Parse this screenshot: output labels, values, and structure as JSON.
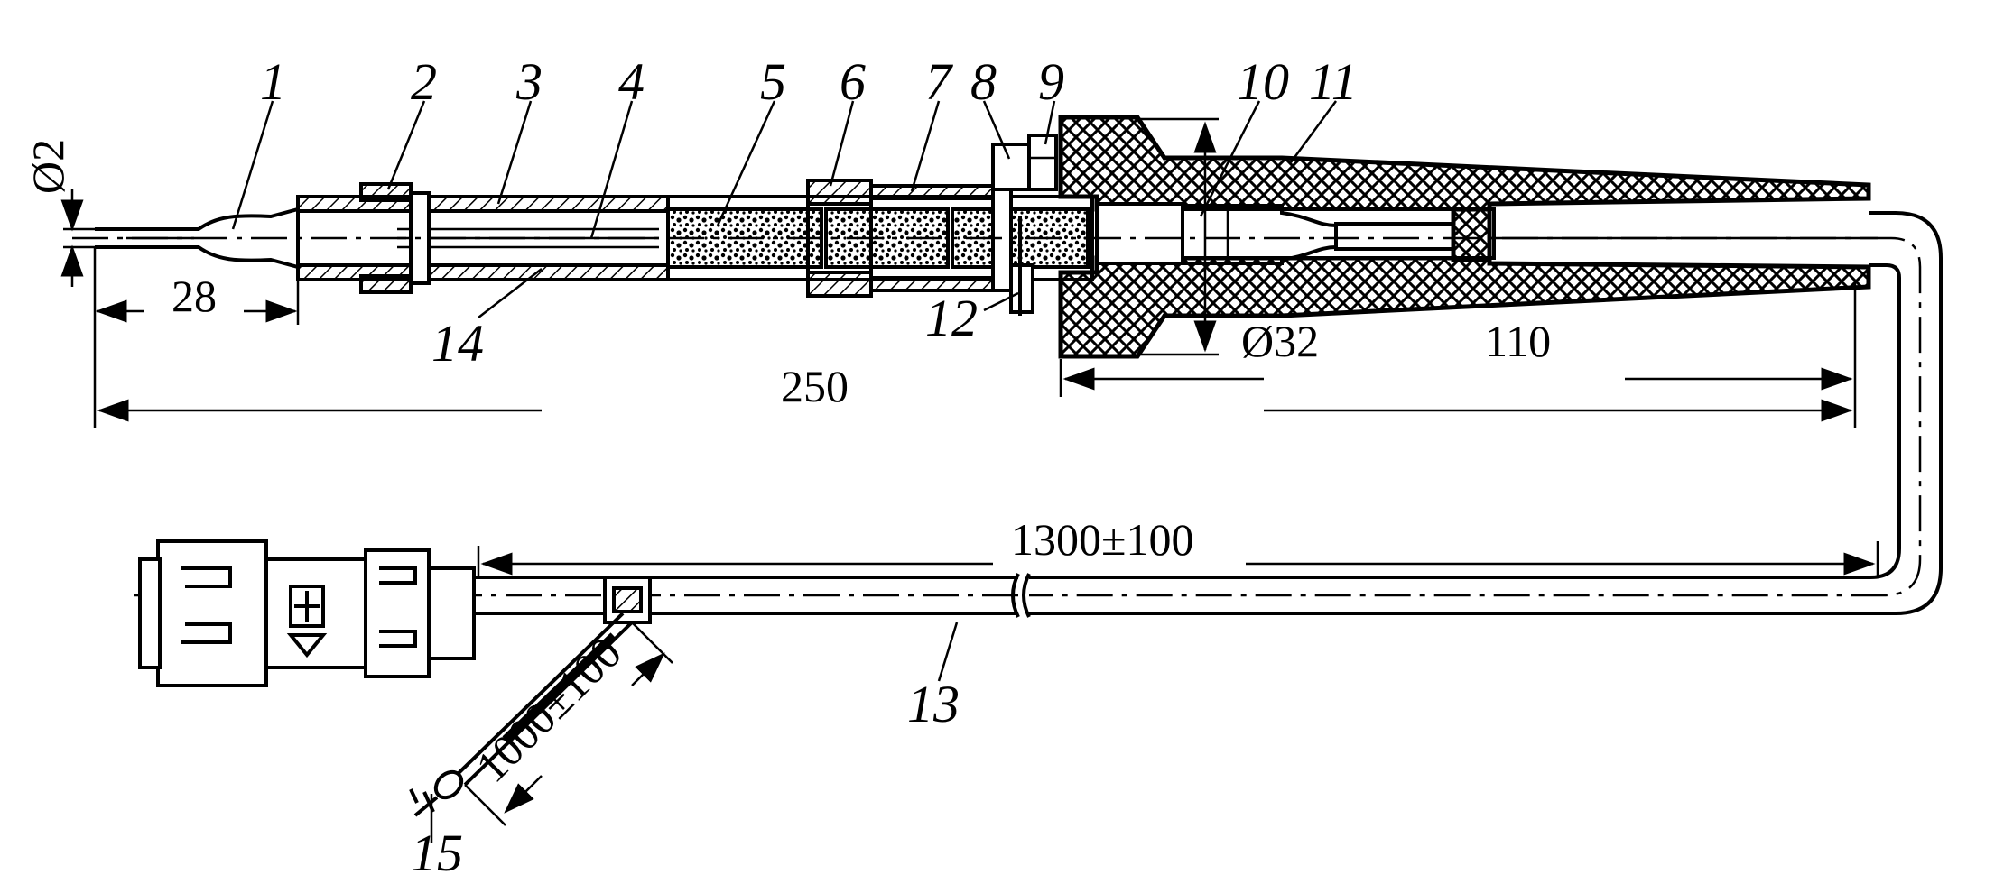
{
  "callouts": {
    "c1": "1",
    "c2": "2",
    "c3": "3",
    "c4": "4",
    "c5": "5",
    "c6": "6",
    "c7": "7",
    "c8": "8",
    "c9": "9",
    "c10": "10",
    "c11": "11",
    "c12": "12",
    "c13": "13",
    "c14": "14",
    "c15": "15"
  },
  "dimensions": {
    "tip_diameter": "Ø2",
    "tip_length": "28",
    "overall_length": "250",
    "flange_diameter": "Ø32",
    "sleeve_length": "110",
    "cable_length": "1300±100",
    "lead_length": "1000±100"
  }
}
